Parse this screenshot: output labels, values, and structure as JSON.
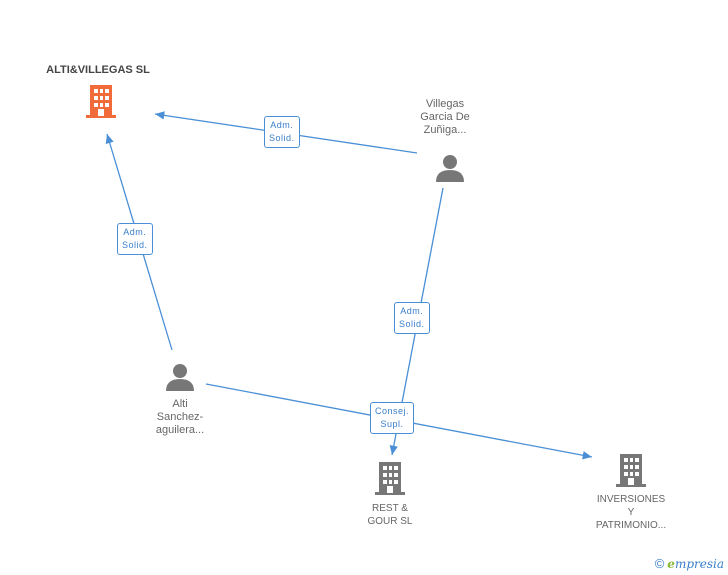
{
  "nodes": {
    "company_main": {
      "name": "ALTI&VILLEGAS SL",
      "icon": "building-icon",
      "color": "#f26b3a"
    },
    "person_villegas": {
      "name": "Villegas\nGarcia De\nZuñiga...",
      "icon": "person-icon",
      "color": "#777777"
    },
    "person_alti": {
      "name": "Alti\nSanchez-\naguilera...",
      "icon": "person-icon",
      "color": "#777777"
    },
    "company_rest": {
      "name": "REST &\nGOUR SL",
      "icon": "building-icon",
      "color": "#777777"
    },
    "company_inversiones": {
      "name": "INVERSIONES\nY\nPATRIMONIO...",
      "icon": "building-icon",
      "color": "#777777"
    }
  },
  "edges": [
    {
      "id": "villegas-main",
      "label": "Adm.\nSolid."
    },
    {
      "id": "alti-main",
      "label": "Adm.\nSolid."
    },
    {
      "id": "villegas-rest",
      "label": "Adm.\nSolid."
    },
    {
      "id": "alti-inversiones",
      "label": "Consej.\nSupl."
    }
  ],
  "footer": {
    "copyright_symbol": "©",
    "brand": "mpresia",
    "brand_initial": "e"
  },
  "colors": {
    "edge": "#4a8fd6",
    "accent": "#f26b3a",
    "gray": "#777777"
  }
}
